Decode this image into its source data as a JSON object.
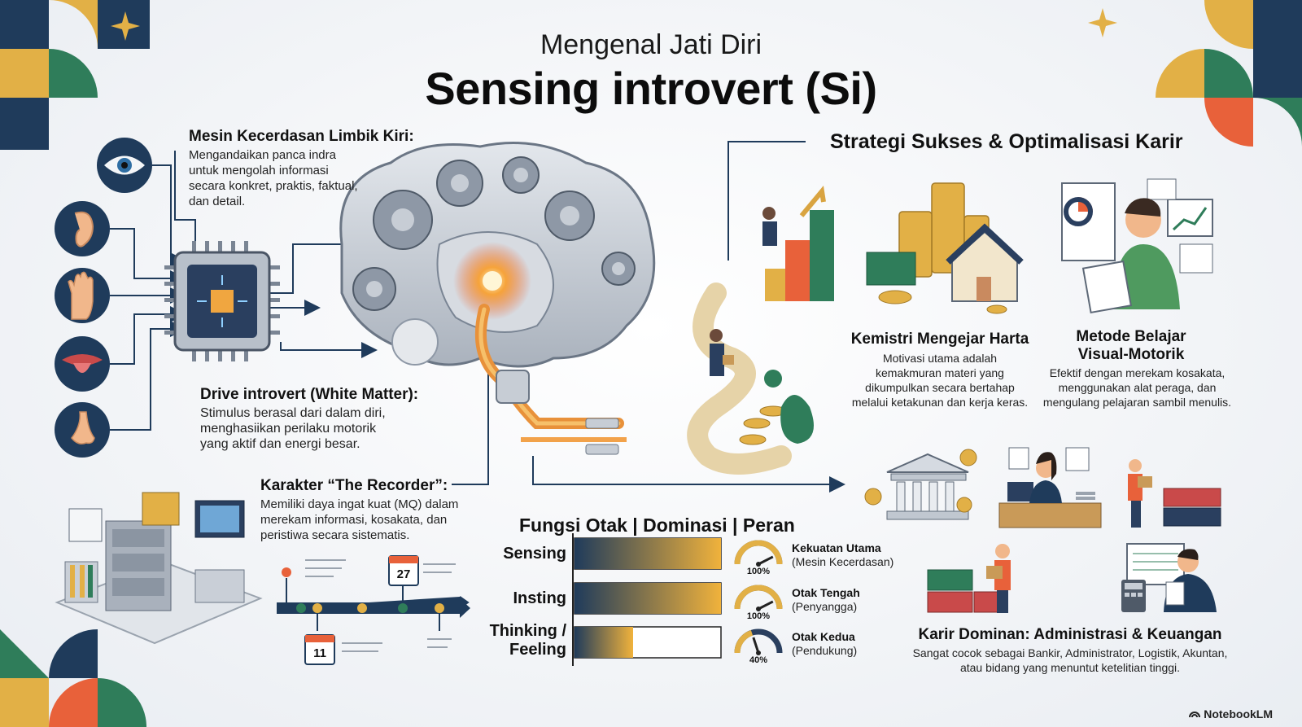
{
  "header": {
    "subtitle": "Mengenal Jati Diri",
    "title": "Sensing introvert (Si)"
  },
  "colors": {
    "navy": "#1f3b5b",
    "gold": "#e2b046",
    "orange": "#e8613a",
    "green": "#2f7d5a",
    "gray": "#d9dde3"
  },
  "icons": [
    "eye-icon",
    "ear-icon",
    "hand-icon",
    "tongue-icon",
    "nose-icon",
    "chip-icon",
    "brain-illustration",
    "archive-icon",
    "timeline-icon",
    "calendar-icon"
  ],
  "left": {
    "limbic": {
      "title": "Mesin Kecerdasan Limbik Kiri:",
      "text": "Mengandaikan panca indra untuk mengolah informasi secara konkret, praktis, faktual, dan detail."
    },
    "drive": {
      "title": "Drive introvert (White Matter):",
      "text": "Stimulus berasal dari dalam diri, menghasiikan perilaku motorik yang aktif dan energi besar."
    },
    "recorder": {
      "title": "Karakter “The Recorder”:",
      "text": "Memiliki daya ingat kuat (MQ) dalam merekam informasi, kosakata, dan peristiwa secara sistematis."
    },
    "calendar_top": "27",
    "calendar_bottom": "11"
  },
  "strategy": {
    "title": "Strategi Sukses & Optimalisasi Karir",
    "wealth": {
      "title": "Kemistri Mengejar Harta",
      "text": "Motivasi utama adalah kemakmuran materi yang dikumpulkan secara bertahap melalui ketakunan dan kerja keras."
    },
    "learning": {
      "title_line1": "Metode Belajar",
      "title_line2": "Visual-Motorik",
      "text": "Efektif dengan merekam kosakata, menggunakan alat peraga, dan mengulang pelajaran sambil menulis."
    },
    "career": {
      "title": "Karir Dominan: Administrasi & Keuangan",
      "text": "Sangat cocok sebagai Bankir, Administrator, Logistik, Akuntan, atau bidang yang menuntut ketelitian tinggi."
    }
  },
  "chart_data": {
    "type": "bar",
    "title": "Fungsi Otak | Dominasi | Peran",
    "categories": [
      "Sensing",
      "Insting",
      "Thinking / Feeling"
    ],
    "values": [
      100,
      100,
      40
    ],
    "value_labels": [
      "100%",
      "100%",
      "40%"
    ],
    "xlim": [
      0,
      100
    ],
    "roles": [
      {
        "title": "Kekuatan Utama",
        "subtitle": "(Mesin Kecerdasan)"
      },
      {
        "title": "Otak Tengah",
        "subtitle": "(Penyangga)"
      },
      {
        "title": "Otak Kedua",
        "subtitle": "(Pendukung)"
      }
    ]
  },
  "brand": "NotebookLM"
}
